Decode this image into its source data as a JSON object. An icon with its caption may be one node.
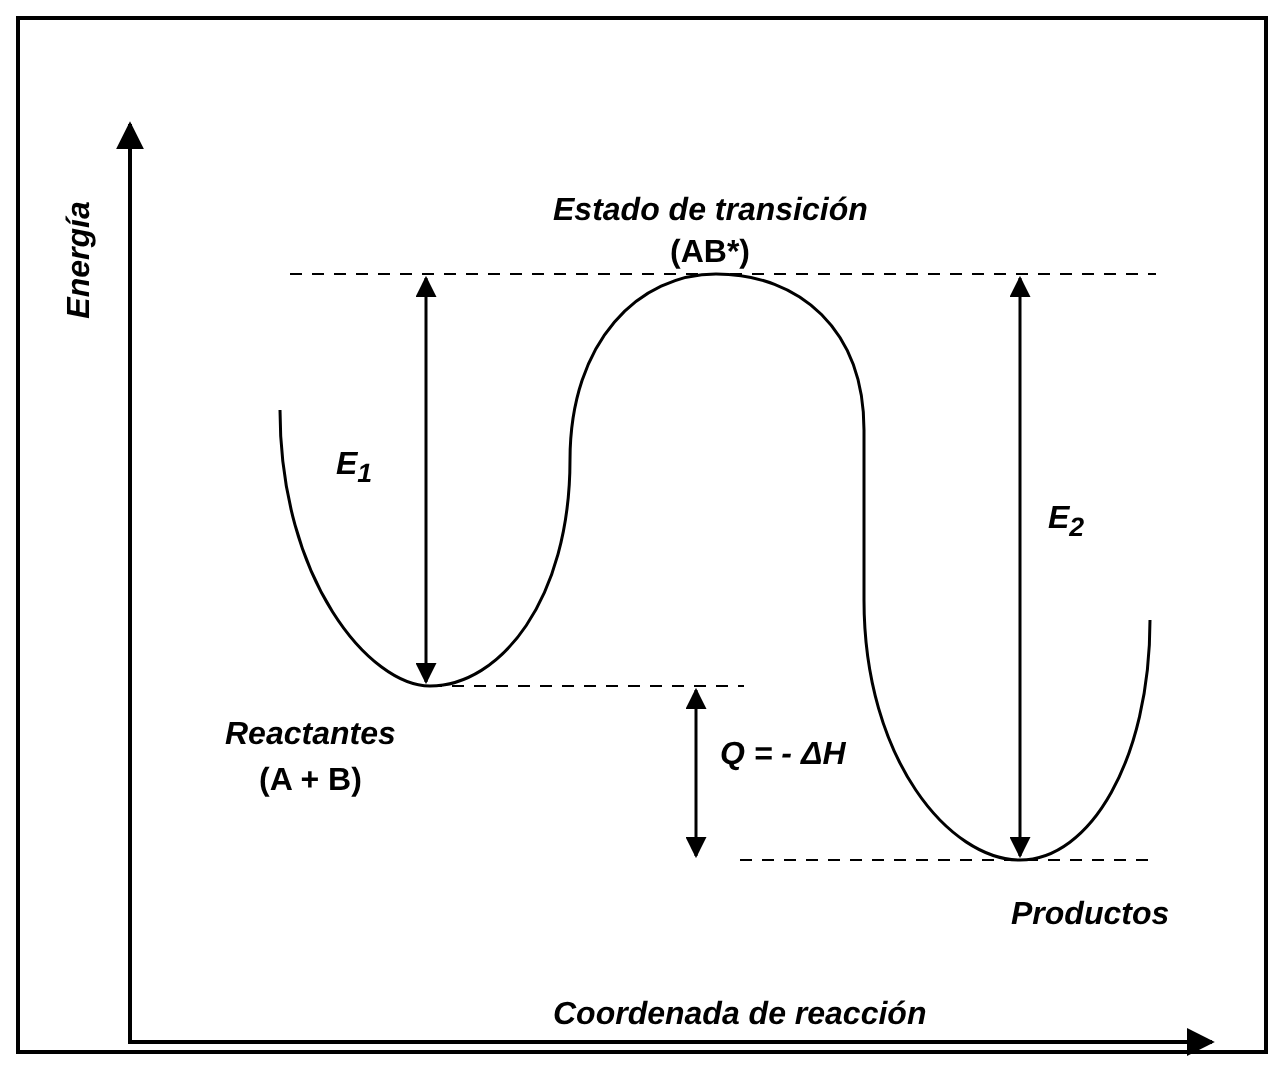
{
  "diagram": {
    "labels": [
      "Energía",
      "Estado de transición",
      "(AB*)",
      "E$_{1}$",
      "E$_{2}$",
      "Reactantes",
      "(A + B)",
      "Q = - ΔH",
      "Productos",
      "Coordenada de reacción"
    ]
  }
}
